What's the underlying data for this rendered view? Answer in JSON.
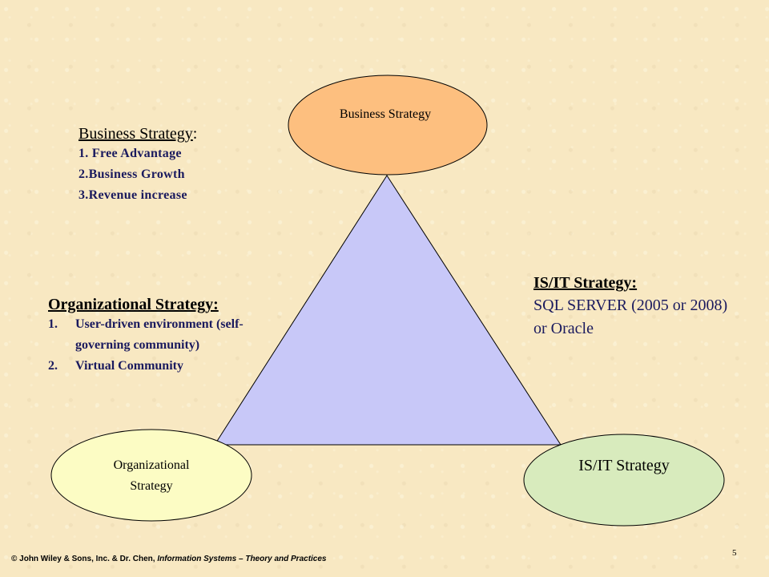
{
  "diagram": {
    "top_ellipse_label": "Business Strategy",
    "left_ellipse_label": [
      "Organizational",
      "Strategy"
    ],
    "right_ellipse_label": "IS/IT Strategy",
    "colors": {
      "top_ellipse": "#fdbf7f",
      "left_ellipse": "#fcfcc4",
      "right_ellipse": "#d8ebbd",
      "triangle": "#c8c8f8"
    }
  },
  "business_strategy": {
    "title": "Business Strategy",
    "colon": ":",
    "items": [
      "1. Free Advantage",
      "2.Business Growth",
      "3.Revenue increase"
    ]
  },
  "organizational_strategy": {
    "title": "Organizational Strategy:",
    "items": [
      {
        "num": "1.",
        "text": "User-driven environment (self-governing community)"
      },
      {
        "num": "2.",
        "text": "Virtual Community"
      }
    ]
  },
  "it_strategy": {
    "title": "IS/IT Strategy:",
    "body": " SQL SERVER (2005 or 2008) or Oracle"
  },
  "footer": {
    "copyright": "© John Wiley & Sons, Inc. & Dr. Chen, ",
    "book_title": "Information Systems – Theory and Practices"
  },
  "page_number": "5"
}
